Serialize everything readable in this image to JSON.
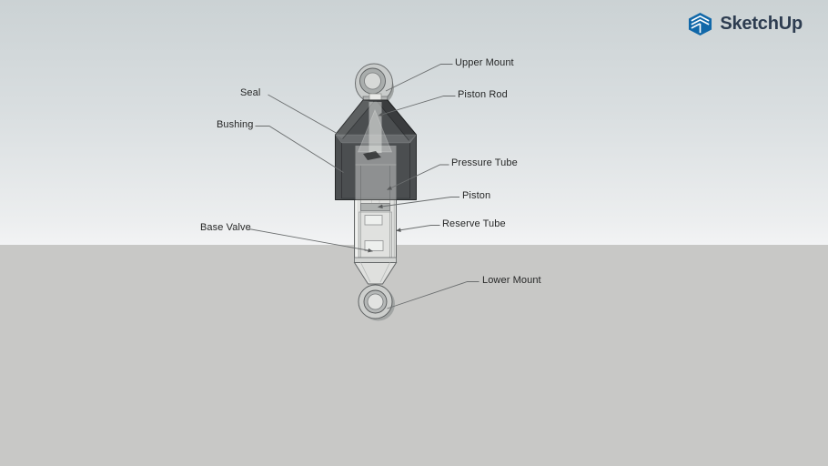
{
  "header": {
    "brand": "SketchUp"
  },
  "callouts": [
    {
      "id": "upper-mount",
      "label": "Upper Mount",
      "side": "right"
    },
    {
      "id": "piston-rod",
      "label": "Piston Rod",
      "side": "right"
    },
    {
      "id": "seal",
      "label": "Seal",
      "side": "left"
    },
    {
      "id": "bushing",
      "label": "Bushing",
      "side": "left"
    },
    {
      "id": "pressure-tube",
      "label": "Pressure Tube",
      "side": "right"
    },
    {
      "id": "piston",
      "label": "Piston",
      "side": "right"
    },
    {
      "id": "reserve-tube",
      "label": "Reserve Tube",
      "side": "right"
    },
    {
      "id": "base-valve",
      "label": "Base Valve",
      "side": "left"
    },
    {
      "id": "lower-mount",
      "label": "Lower Mount",
      "side": "right"
    }
  ],
  "colors": {
    "sky_top": "#cbd2d4",
    "sky_horizon": "#f2f3f4",
    "ground": "#c8c8c6",
    "bell_dark": "#4b4e50",
    "tube_light": "#e0e1df",
    "leader_line": "#6b6e6f",
    "label_text": "#262727",
    "brand_text": "#2d3c50",
    "brand_blue": "#1168a9"
  }
}
